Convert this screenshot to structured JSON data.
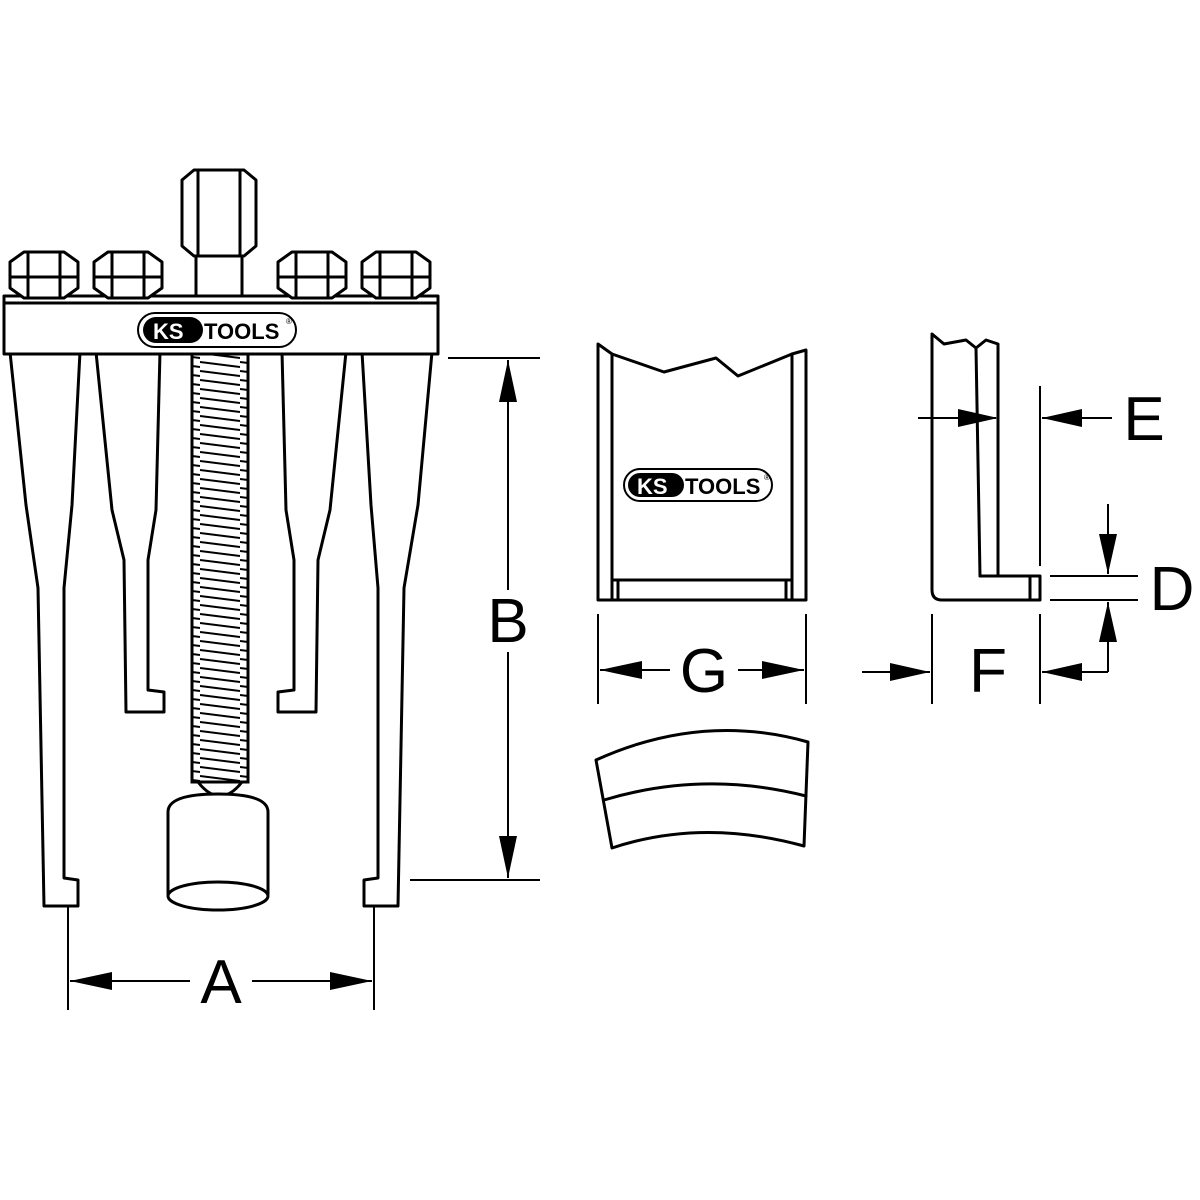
{
  "logo": {
    "brand_ks": "KS",
    "brand_tools": "TOOLS",
    "registered": "®"
  },
  "dimensions": {
    "A": "A",
    "B": "B",
    "D": "D",
    "E": "E",
    "F": "F",
    "G": "G"
  },
  "colors": {
    "line": "#000000",
    "background": "#ffffff"
  }
}
